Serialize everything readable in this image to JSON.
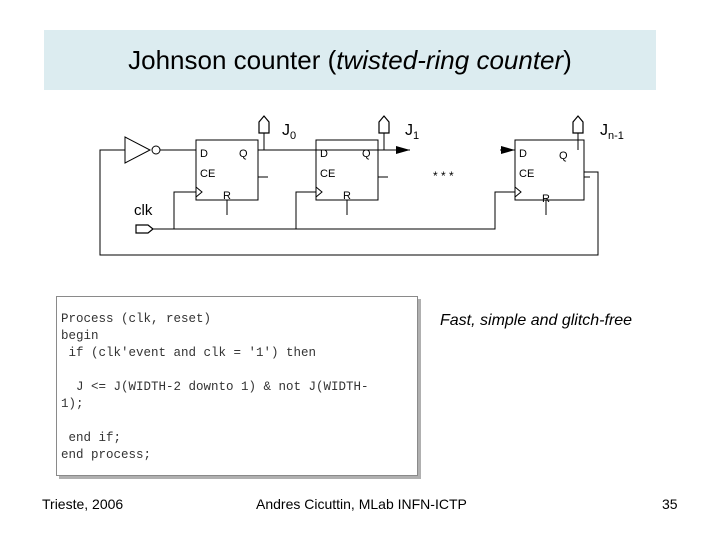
{
  "title": {
    "main": "Johnson counter (",
    "italic": "twisted-ring counter",
    "close": ")"
  },
  "circuit": {
    "ff_labels": {
      "d": "D",
      "q": "Q",
      "ce": "CE",
      "r": "R"
    },
    "outputs": [
      {
        "name": "J",
        "sub": "0"
      },
      {
        "name": "J",
        "sub": "1"
      },
      {
        "name": "J",
        "sub": "n-1"
      }
    ],
    "ellipsis": "* * *",
    "clock_label": "clk"
  },
  "code": {
    "lines": [
      "Process (clk, reset)",
      "begin",
      " if (clk'event and clk = '1') then",
      "",
      "  J <= J(WIDTH-2 downto 1) & not J(WIDTH-",
      "1);",
      "",
      " end if;",
      "end process;"
    ]
  },
  "tagline": "Fast, simple and glitch-free",
  "footer": {
    "left": "Trieste, 2006",
    "center": "Andres Cicuttin, MLab INFN-ICTP",
    "page": "35"
  }
}
